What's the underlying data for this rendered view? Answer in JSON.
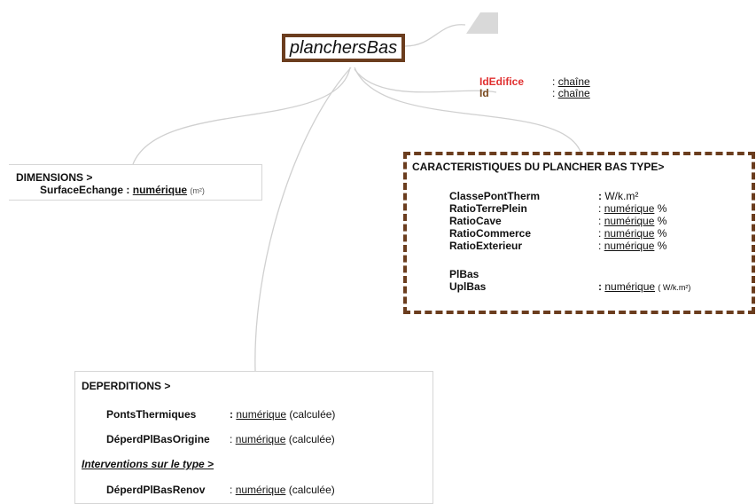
{
  "root": {
    "label": "planchersBas"
  },
  "attributes": [
    {
      "name": "IdEdifice",
      "sep": ":",
      "type": "chaîne",
      "color": "#e03030"
    },
    {
      "name": "Id",
      "sep": ":",
      "type": "chaîne",
      "color": "#7a4a1e"
    }
  ],
  "dimensions": {
    "title": "DIMENSIONS >",
    "field": {
      "name": "SurfaceEchange",
      "sep": ":",
      "type": "numérique",
      "unit": "(m²)"
    }
  },
  "caracteristiques": {
    "title": "CARACTERISTIQUES DU PLANCHER BAS TYPE>",
    "rows": [
      {
        "name": "ClassePontTherm",
        "sep": ":",
        "type": "W/k.m²",
        "unit": ""
      },
      {
        "name": "RatioTerrePlein",
        "sep": ":",
        "type": "numérique",
        "unit": "%"
      },
      {
        "name": "RatioCave",
        "sep": ":",
        "type": "numérique",
        "unit": "%"
      },
      {
        "name": "RatioCommerce",
        "sep": ":",
        "type": "numérique",
        "unit": "%"
      },
      {
        "name": "RatioExterieur",
        "sep": ":",
        "type": "numérique",
        "unit": "%"
      }
    ],
    "pibas": {
      "name": "PlBas"
    },
    "uplbas": {
      "name": "UplBas",
      "sep": ":",
      "type": "numérique",
      "unit": "( W/k.m²)"
    }
  },
  "deperditions": {
    "title": "DEPERDITIONS >",
    "rows": [
      {
        "name": "PontsThermiques",
        "sep": ":",
        "type": "numérique",
        "unit": "(calculée)"
      },
      {
        "name": "DéperdPlBasOrigine",
        "sep": ":",
        "type": "numérique",
        "unit": "(calculée)"
      }
    ],
    "interventions": "Interventions sur le type >",
    "renov": {
      "name": "DéperdPlBasRenov",
      "sep": ":",
      "type": "numérique",
      "unit": "(calculée)"
    }
  },
  "colors": {
    "node_border": "#6b3d1e",
    "connector": "#d0d0d0",
    "parent_shape": "#d9d9d9"
  }
}
